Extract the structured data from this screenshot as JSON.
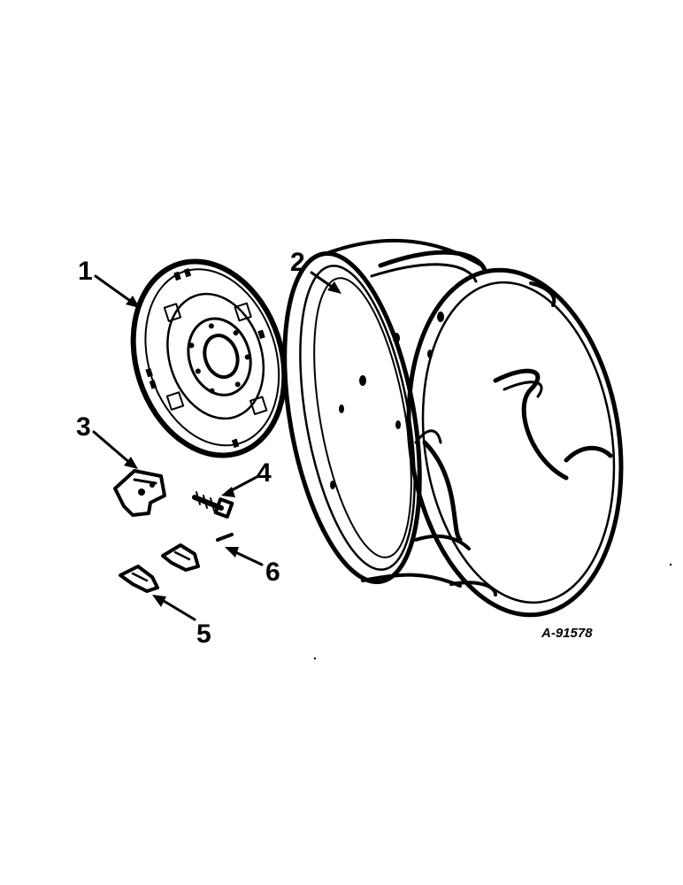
{
  "diagram": {
    "reference_code": "A-91578",
    "callouts": [
      {
        "id": "1",
        "label": "1"
      },
      {
        "id": "2",
        "label": "2"
      },
      {
        "id": "3",
        "label": "3"
      },
      {
        "id": "4",
        "label": "4"
      },
      {
        "id": "5",
        "label": "5"
      },
      {
        "id": "6",
        "label": "6"
      }
    ],
    "colors": {
      "ink": "#000000",
      "paper": "#ffffff"
    }
  }
}
